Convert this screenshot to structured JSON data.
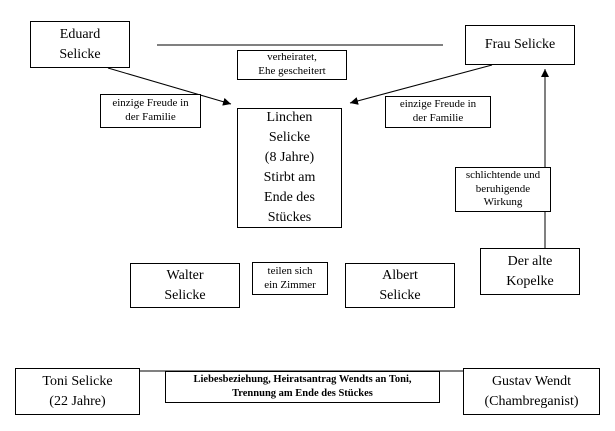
{
  "nodes": {
    "eduard": {
      "label": "Eduard\nSelicke"
    },
    "frau": {
      "label": "Frau Selicke"
    },
    "linchen": {
      "label": "Linchen\nSelicke\n(8 Jahre)\nStirbt am\nEnde des\nStückes"
    },
    "walter": {
      "label": "Walter\nSelicke"
    },
    "albert": {
      "label": "Albert\nSelicke"
    },
    "kopelke": {
      "label": "Der alte\nKopelke"
    },
    "toni": {
      "label": "Toni Selicke\n(22 Jahre)"
    },
    "gustav": {
      "label": "Gustav Wendt\n(Chambreganist)"
    }
  },
  "edges": {
    "marriage": {
      "label": "verheiratet,\nEhe gescheitert"
    },
    "joy_left": {
      "label": "einzige Freude in\nder Familie"
    },
    "joy_right": {
      "label": "einzige Freude in\nder Familie"
    },
    "calming": {
      "label": "schlichtende und\nberuhigende\nWirkung"
    },
    "room": {
      "label": "teilen sich\nein Zimmer"
    },
    "love": {
      "label": "Liebesbeziehung, Heiratsantrag Wendts an Toni,\nTrennung am Ende des Stückes"
    }
  },
  "colors": {
    "background": "#ffffff",
    "border": "#000000",
    "line": "#000000",
    "text": "#000000"
  }
}
